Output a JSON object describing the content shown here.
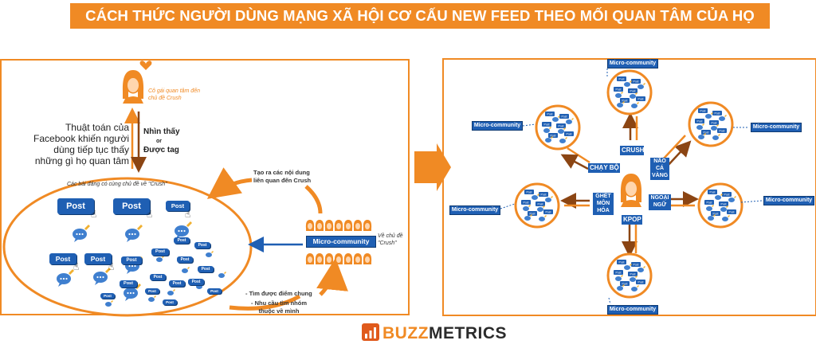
{
  "title": "CÁCH THỨC NGƯỜI DÙNG MẠNG XÃ HỘI CƠ CẤU NEW FEED THEO MỐI QUAN TÂM CỦA HỌ",
  "left": {
    "girl_caption": "Cô gái quan tâm đến chủ đề Crush",
    "algorithm_text": "Thuật toán của Facebook khiến người dùng tiếp tục thấy những gì họ quan tâm",
    "seen_tagged": {
      "line1": "Nhìn thấy",
      "line2": "or",
      "line3": "Được tag"
    },
    "posts_header": "Các bài đăng có cùng chủ đề về \"Crush\"",
    "post_label": "Post",
    "create_content": "Tạo ra các nội dung liên quan đến Crush",
    "micro_community": "Micro-community",
    "about_crush": "Về chủ đề \"Crush\"",
    "find_common": "- Tìm được điểm chung",
    "need_group": "- Nhu cầu tìm nhóm thuộc về mình"
  },
  "right": {
    "micro_community": "Micro-community",
    "post_label": "Post",
    "topics": {
      "crush": "CRUSH",
      "chay_bo": "CHẠY BỘ",
      "nao_ca_vang": "NÃO CÁ VÀNG",
      "ghet_mon_hoa": "GHÉT MÔN HÓA",
      "ngoai_ngu": "NGOẠI NGỮ",
      "kpop": "KPOP"
    }
  },
  "logo": {
    "buzz": "BUZZ",
    "metrics": "METRICS"
  },
  "colors": {
    "orange": "#f08a24",
    "blue": "#1f5fb3",
    "brown": "#8b4513",
    "banner_text": "#ffffff"
  }
}
